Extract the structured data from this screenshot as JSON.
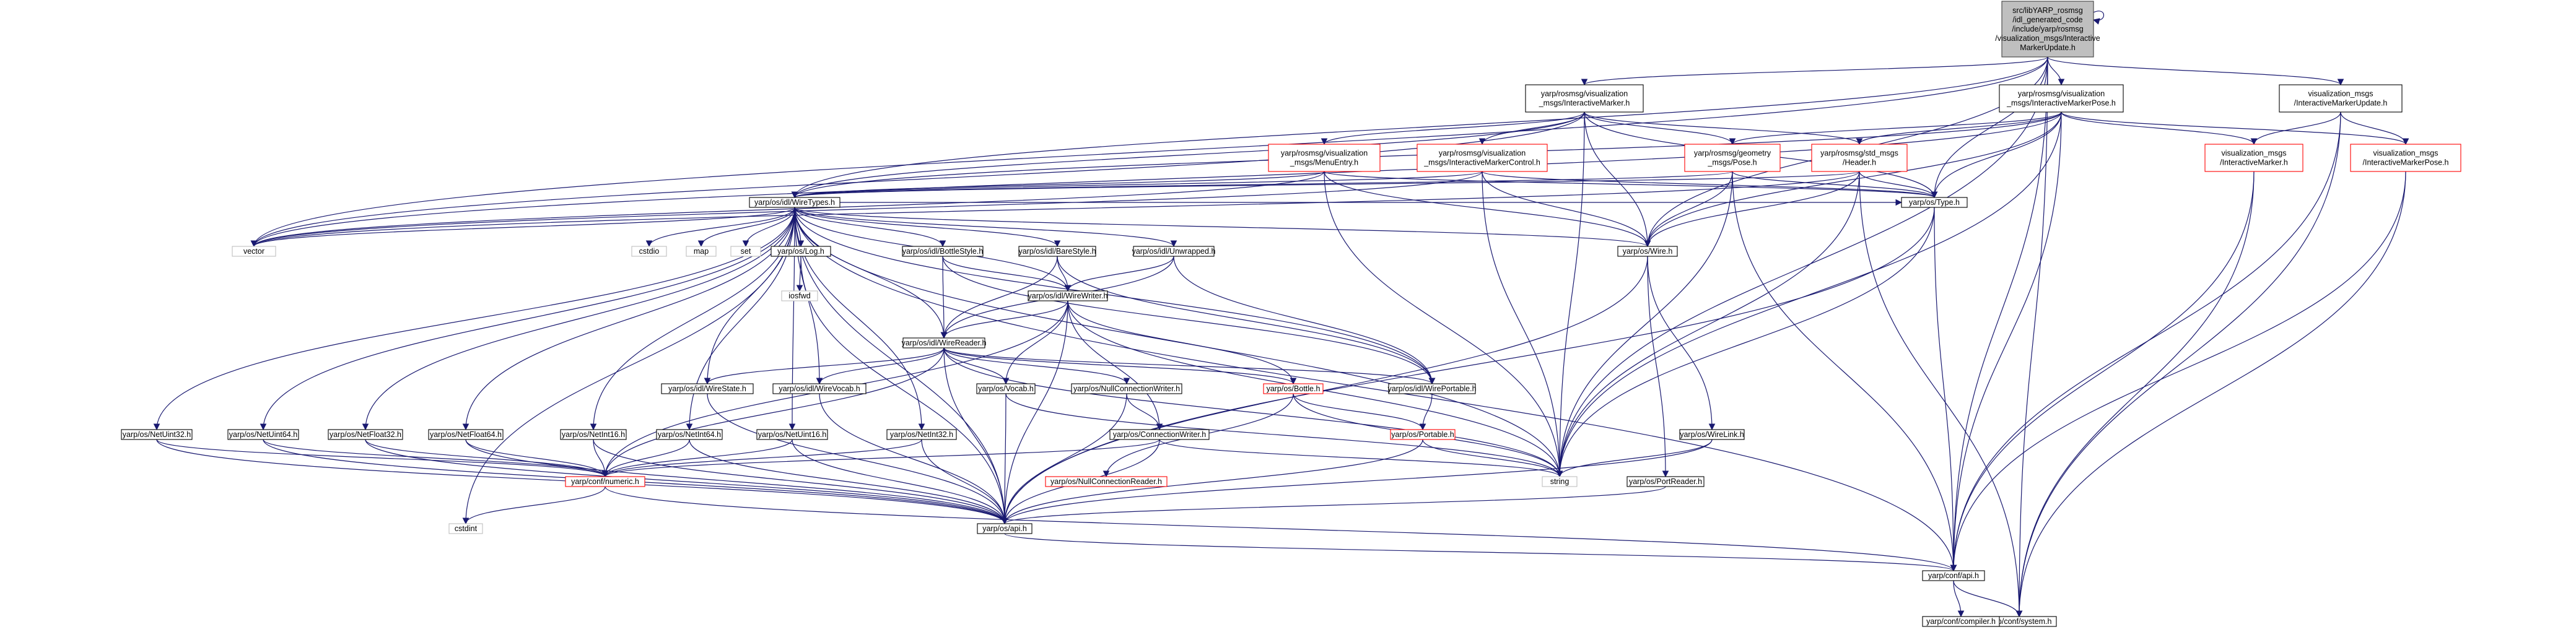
{
  "colors": {
    "edge": "#191970",
    "root_fill": "#bfbfbf",
    "missing_border": "#ff0000",
    "border": "#000000",
    "plain_border": "#bfbfbf"
  },
  "nodes": [
    {
      "id": "root",
      "style": "root",
      "lines": [
        "src/libYARP_rosmsg",
        "/idl_generated_code",
        "/include/yarp/rosmsg",
        "/visualization_msgs/Interactive",
        "MarkerUpdate.h"
      ]
    },
    {
      "id": "im",
      "style": "normal",
      "lines": [
        "yarp/rosmsg/visualization",
        "_msgs/InteractiveMarker.h"
      ]
    },
    {
      "id": "imp",
      "style": "normal",
      "lines": [
        "yarp/rosmsg/visualization",
        "_msgs/InteractiveMarkerPose.h"
      ]
    },
    {
      "id": "vm_imu",
      "style": "normal",
      "lines": [
        "visualization_msgs",
        "/InteractiveMarkerUpdate.h"
      ]
    },
    {
      "id": "menuentry",
      "style": "red",
      "lines": [
        "yarp/rosmsg/visualization",
        "_msgs/MenuEntry.h"
      ]
    },
    {
      "id": "imcontrol",
      "style": "red",
      "lines": [
        "yarp/rosmsg/visualization",
        "_msgs/InteractiveMarkerControl.h"
      ]
    },
    {
      "id": "geompose",
      "style": "red",
      "lines": [
        "yarp/rosmsg/geometry",
        "_msgs/Pose.h"
      ]
    },
    {
      "id": "header",
      "style": "red",
      "lines": [
        "yarp/rosmsg/std_msgs",
        "/Header.h"
      ]
    },
    {
      "id": "vm_im",
      "style": "red",
      "lines": [
        "visualization_msgs",
        "/InteractiveMarker.h"
      ]
    },
    {
      "id": "vm_imp",
      "style": "red",
      "lines": [
        "visualization_msgs",
        "/InteractiveMarkerPose.h"
      ]
    },
    {
      "id": "wiretypes",
      "style": "normal",
      "lines": [
        "yarp/os/idl/WireTypes.h"
      ]
    },
    {
      "id": "type",
      "style": "normal",
      "lines": [
        "yarp/os/Type.h"
      ]
    },
    {
      "id": "vector",
      "style": "plain",
      "lines": [
        "vector"
      ]
    },
    {
      "id": "wire",
      "style": "normal",
      "lines": [
        "yarp/os/Wire.h"
      ]
    },
    {
      "id": "cstdio",
      "style": "plain",
      "lines": [
        "cstdio"
      ]
    },
    {
      "id": "map",
      "style": "plain",
      "lines": [
        "map"
      ]
    },
    {
      "id": "set",
      "style": "plain",
      "lines": [
        "set"
      ]
    },
    {
      "id": "log",
      "style": "normal",
      "lines": [
        "yarp/os/Log.h"
      ]
    },
    {
      "id": "iosfwd",
      "style": "plain",
      "lines": [
        "iosfwd"
      ]
    },
    {
      "id": "bottlestyle",
      "style": "normal",
      "lines": [
        "yarp/os/idl/BottleStyle.h"
      ]
    },
    {
      "id": "barestyle",
      "style": "normal",
      "lines": [
        "yarp/os/idl/BareStyle.h"
      ]
    },
    {
      "id": "unwrapped",
      "style": "normal",
      "lines": [
        "yarp/os/idl/Unwrapped.h"
      ]
    },
    {
      "id": "wirewriter",
      "style": "normal",
      "lines": [
        "yarp/os/idl/WireWriter.h"
      ]
    },
    {
      "id": "wirereader",
      "style": "normal",
      "lines": [
        "yarp/os/idl/WireReader.h"
      ]
    },
    {
      "id": "wirestate",
      "style": "normal",
      "lines": [
        "yarp/os/idl/WireState.h"
      ]
    },
    {
      "id": "wirevocab",
      "style": "normal",
      "lines": [
        "yarp/os/idl/WireVocab.h"
      ]
    },
    {
      "id": "vocab",
      "style": "normal",
      "lines": [
        "yarp/os/Vocab.h"
      ]
    },
    {
      "id": "nullconnwriter",
      "style": "normal",
      "lines": [
        "yarp/os/NullConnectionWriter.h"
      ]
    },
    {
      "id": "bottle",
      "style": "red",
      "lines": [
        "yarp/os/Bottle.h"
      ]
    },
    {
      "id": "wireportable",
      "style": "normal",
      "lines": [
        "yarp/os/idl/WirePortable.h"
      ]
    },
    {
      "id": "portable",
      "style": "red",
      "lines": [
        "yarp/os/Portable.h"
      ]
    },
    {
      "id": "wirelink",
      "style": "normal",
      "lines": [
        "yarp/os/WireLink.h"
      ]
    },
    {
      "id": "netuint32",
      "style": "normal",
      "lines": [
        "yarp/os/NetUint32.h"
      ]
    },
    {
      "id": "netuint64",
      "style": "normal",
      "lines": [
        "yarp/os/NetUint64.h"
      ]
    },
    {
      "id": "netfloat32",
      "style": "normal",
      "lines": [
        "yarp/os/NetFloat32.h"
      ]
    },
    {
      "id": "netfloat64",
      "style": "normal",
      "lines": [
        "yarp/os/NetFloat64.h"
      ]
    },
    {
      "id": "netint16",
      "style": "normal",
      "lines": [
        "yarp/os/NetInt16.h"
      ]
    },
    {
      "id": "netint64",
      "style": "normal",
      "lines": [
        "yarp/os/NetInt64.h"
      ]
    },
    {
      "id": "netuint16",
      "style": "normal",
      "lines": [
        "yarp/os/NetUint16.h"
      ]
    },
    {
      "id": "netint32",
      "style": "normal",
      "lines": [
        "yarp/os/NetInt32.h"
      ]
    },
    {
      "id": "connwriter",
      "style": "normal",
      "lines": [
        "yarp/os/ConnectionWriter.h"
      ]
    },
    {
      "id": "nullconnreader",
      "style": "red",
      "lines": [
        "yarp/os/NullConnectionReader.h"
      ]
    },
    {
      "id": "numeric",
      "style": "red",
      "lines": [
        "yarp/conf/numeric.h"
      ]
    },
    {
      "id": "string",
      "style": "plain",
      "lines": [
        "string"
      ]
    },
    {
      "id": "portreader",
      "style": "normal",
      "lines": [
        "yarp/os/PortReader.h"
      ]
    },
    {
      "id": "cstdint",
      "style": "plain",
      "lines": [
        "cstdint"
      ]
    },
    {
      "id": "osapi",
      "style": "normal",
      "lines": [
        "yarp/os/api.h"
      ]
    },
    {
      "id": "confapi",
      "style": "normal",
      "lines": [
        "yarp/conf/api.h"
      ]
    },
    {
      "id": "confsystem",
      "style": "normal",
      "lines": [
        "yarp/conf/system.h"
      ]
    },
    {
      "id": "confcompiler",
      "style": "normal",
      "lines": [
        "yarp/conf/compiler.h"
      ]
    }
  ]
}
